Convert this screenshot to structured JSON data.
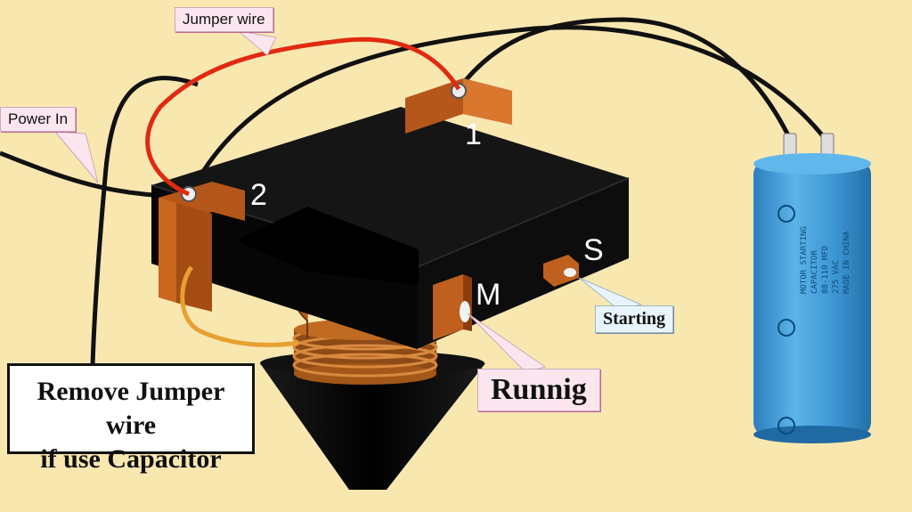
{
  "labels": {
    "jumper_wire": "Jumper wire",
    "power_in": "Power In",
    "starting": "Starting",
    "running": "Runnig",
    "terminal_1": "1",
    "terminal_2": "2",
    "terminal_m": "M",
    "terminal_s": "S"
  },
  "note": {
    "line1": "Remove Jumper wire",
    "line2": "if use Capacitor"
  },
  "capacitor_text": [
    "MOTOR STARTING",
    "CAPACITOR",
    "88-110 MFD",
    "275 VAC",
    "MADE IN CHINA"
  ],
  "colors": {
    "background": "#f9e7b0",
    "relay_body": "#0b0b0b",
    "terminal": "#c0601e",
    "jumper_wire": "#e02a10",
    "wire": "#111111",
    "coil": "#b8621f",
    "capacitor": "#3f9bd6"
  }
}
